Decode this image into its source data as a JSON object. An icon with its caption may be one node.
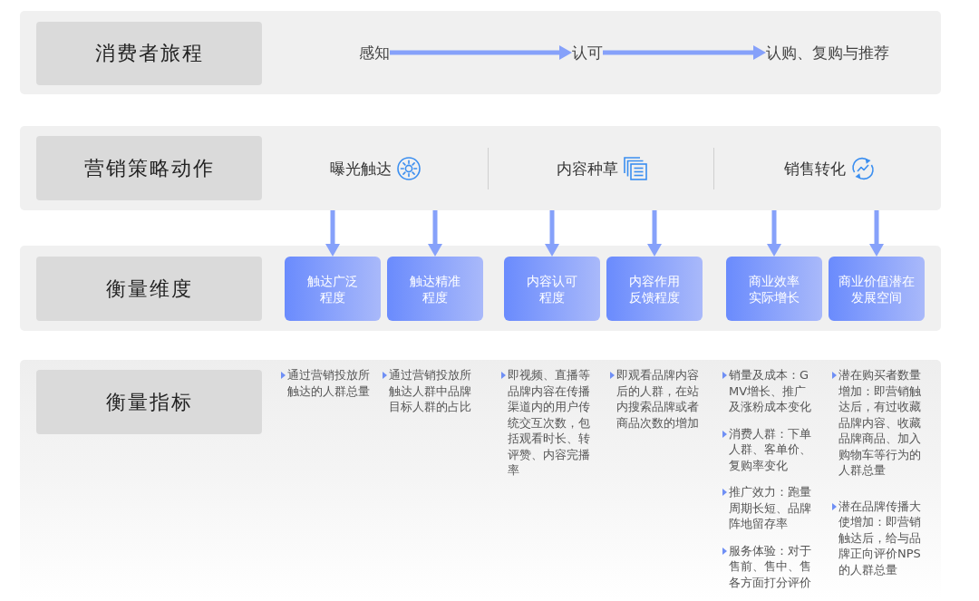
{
  "diagram": {
    "nodes": [
      {
        "text": [],
        "shape": "band"
      },
      {
        "text": [
          "消费者旅程"
        ],
        "in": 0
      },
      {
        "text": [
          "感知"
        ],
        "in": 0
      },
      {
        "text": [
          "认可"
        ],
        "in": 0
      },
      {
        "text": [
          "认购、复购与推荐"
        ],
        "in": 0
      },
      {
        "text": [],
        "shape": "band"
      },
      {
        "text": [
          "营销策略动作"
        ],
        "in": 5
      },
      {
        "text": [
          "曝光触达"
        ],
        "in": 5
      },
      {
        "text": [
          "内容种草"
        ],
        "in": 5
      },
      {
        "text": [
          "销售转化"
        ],
        "in": 5
      },
      {
        "text": [],
        "shape": "band"
      },
      {
        "text": [
          "衡量维度"
        ],
        "in": 10
      },
      {
        "text": [
          "触达广泛程度"
        ],
        "in": 10
      },
      {
        "text": [
          "触达精准程度"
        ],
        "in": 10
      },
      {
        "text": [
          "内容认可程度"
        ],
        "in": 10
      },
      {
        "text": [
          "内容作用反馈程度"
        ],
        "in": 10
      },
      {
        "text": [
          "商业效率实际增长"
        ],
        "in": 10
      },
      {
        "text": [
          "商业价值潜在发展空间"
        ],
        "in": 10
      },
      {
        "text": [],
        "shape": "band"
      },
      {
        "text": [
          "衡量指标"
        ],
        "in": 18
      }
    ],
    "edges": [
      {
        "from": 2,
        "to": 3,
        "arrow": "to"
      },
      {
        "from": 3,
        "to": 4,
        "arrow": "to"
      },
      {
        "from": 5,
        "to": 12,
        "arrow": "to"
      },
      {
        "from": 5,
        "to": 13,
        "arrow": "to"
      },
      {
        "from": 5,
        "to": 14,
        "arrow": "to"
      },
      {
        "from": 5,
        "to": 15,
        "arrow": "to"
      },
      {
        "from": 5,
        "to": 16,
        "arrow": "to"
      },
      {
        "from": 5,
        "to": 17,
        "arrow": "to"
      }
    ],
    "labels": [
      "通过营销投放所触达的人群总量",
      "通过营销投放所触达人群中品牌目标人群的占比",
      "即视频、直播等品牌内容在传播渠道内的用户传统交互次数，包括观看时长、转评赞、内容完播率",
      "即观看品牌内容后的人群，在站内搜索品牌或者商品次数的增加",
      "销量及成本：GMV增长、推广及涨粉成本变化",
      "消费人群：下单人群、客单价、复购率变化",
      "推广效力：跑量周期长短、品牌阵地留存率",
      "服务体验：对于售前、售中、售各方面打分评价",
      "潜在购买者数量增加：即营销触达后，有过收藏品牌内容、收藏品牌商品、加入购物车等行为的人群总量",
      "潜在品牌传播大使增加：即营销触达后，给与品牌正向评价NPS的人群总量"
    ]
  }
}
